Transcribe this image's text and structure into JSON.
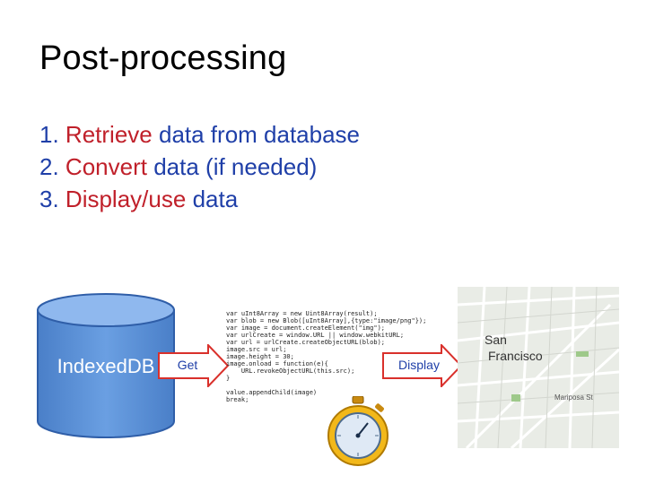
{
  "slide": {
    "title": "Post-processing",
    "steps": [
      {
        "num": "1.",
        "highlight": "Retrieve",
        "rest": "data from database"
      },
      {
        "num": "2.",
        "highlight": "Convert",
        "rest": "data (if needed)"
      },
      {
        "num": "3.",
        "highlight": "Display/use",
        "rest": "data"
      }
    ]
  },
  "diagram": {
    "database_label": "IndexedDB",
    "get_label": "Get",
    "display_label": "Display",
    "code_lines": [
      "var uInt8Array = new Uint8Array(result);",
      "var blob = new Blob([uInt8Array],{type:\"image/png\"});",
      "var image = document.createElement(\"img\");",
      "var urlCreate = window.URL || window.webkitURL;",
      "var url = urlCreate.createObjectURL(blob);",
      "image.src = url;",
      "image.height = 30;",
      "image.onload = function(e){",
      "    URL.revokeObjectURL(this.src);",
      "}",
      "",
      "value.appendChild(image)",
      "break;"
    ],
    "map_labels": [
      "San",
      "Francisco",
      "Mariposa St"
    ]
  },
  "colors": {
    "number_blue": "#1f3fa8",
    "highlight_red": "#c0202a",
    "cylinder_fill": "#5b8fd6",
    "arrow_red": "#d9302b"
  },
  "icons": [
    "database-icon",
    "stopwatch-icon",
    "map-image"
  ]
}
